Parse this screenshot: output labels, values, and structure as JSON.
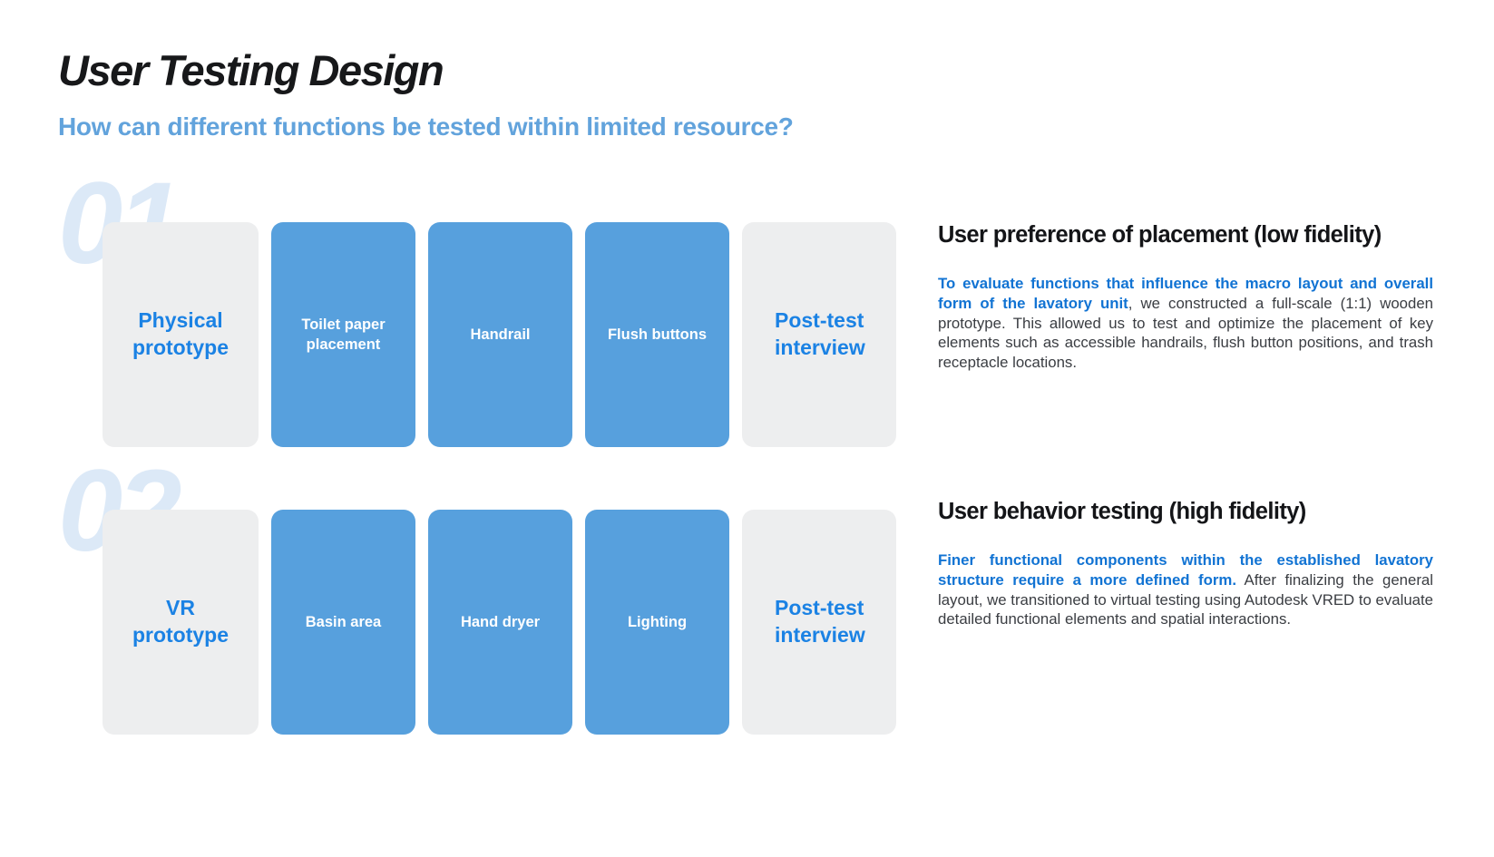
{
  "header": {
    "title": "User Testing Design",
    "subtitle": "How can different functions be tested within limited resource?"
  },
  "rows": [
    {
      "number": "01",
      "prototype_card": "Physical\nprototype",
      "function_cards": [
        "Toilet paper\nplacement",
        "Handrail",
        "Flush buttons"
      ],
      "method_card": "Post-test\ninterview",
      "description": {
        "heading": "User preference of placement (low fidelity)",
        "highlight": "To evaluate functions that influence the macro layout and overall form of the lavatory unit",
        "body": ", we constructed a full-scale (1:1) wooden prototype. This allowed us to test and optimize the placement of key elements such as accessible handrails, flush button positions, and trash receptacle locations."
      }
    },
    {
      "number": "02",
      "prototype_card": "VR\nprototype",
      "function_cards": [
        "Basin area",
        "Hand dryer",
        "Lighting"
      ],
      "method_card": "Post-test\ninterview",
      "description": {
        "heading": "User behavior testing (high fidelity)",
        "highlight": "Finer functional components within the established lavatory structure require a more defined form.",
        "body": " After finalizing the general layout, we transitioned to virtual testing using Autodesk VRED to evaluate detailed functional elements and spatial interactions."
      }
    }
  ],
  "colors": {
    "card_blue": "#57a0dd",
    "card_gray": "#edeeef",
    "card_text_blue": "#1b82e4",
    "paragraph_highlight_blue": "#1173d3",
    "subtitle_blue": "#62a3dc",
    "watermark_blue": "#dce9f7",
    "heading_black": "#141518",
    "body_text": "#3a3d42"
  }
}
